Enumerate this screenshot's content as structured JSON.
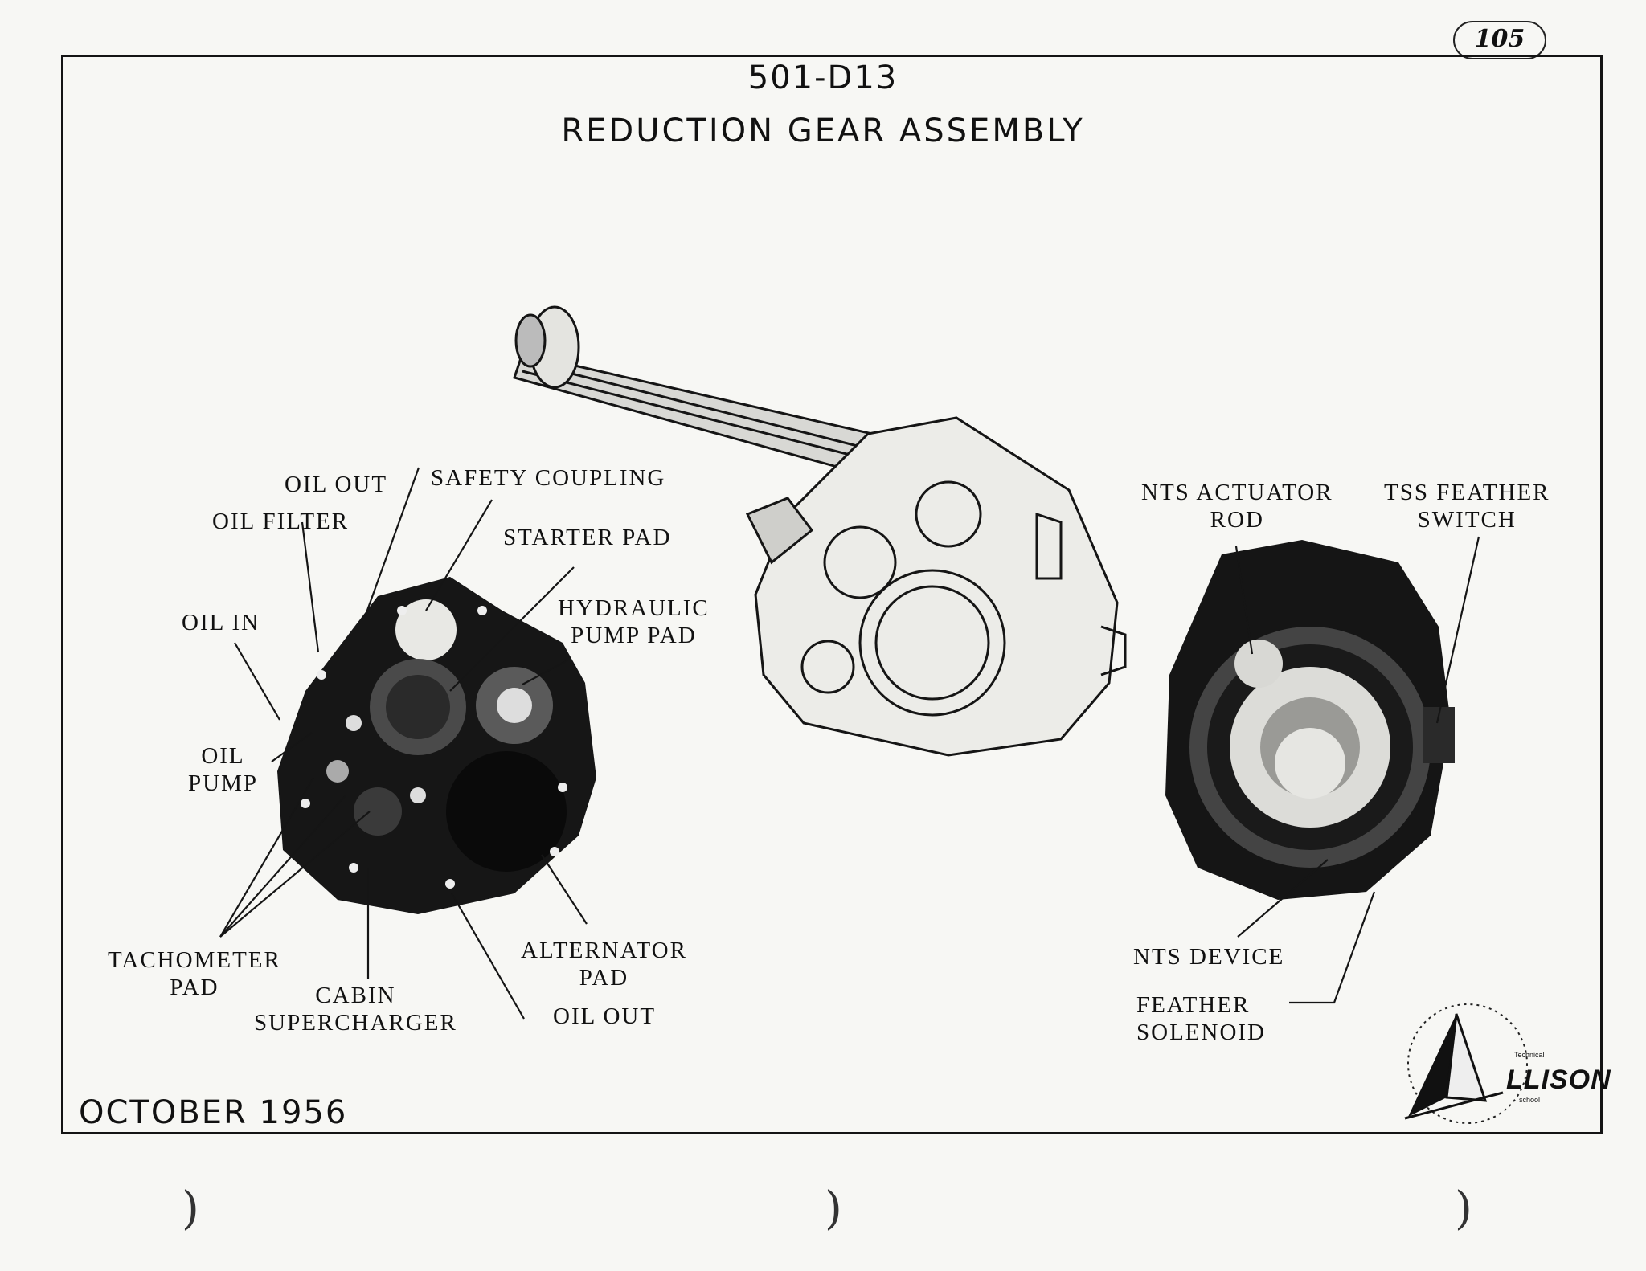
{
  "page_number": "105",
  "header": {
    "code": "501-D13",
    "title": "REDUCTION GEAR ASSEMBLY"
  },
  "footer": {
    "date": "OCTOBER 1956"
  },
  "left_view_labels": {
    "oil_out_top": "OIL OUT",
    "safety_coupling": "SAFETY COUPLING",
    "oil_filter": "OIL FILTER",
    "starter_pad": "STARTER PAD",
    "hydraulic_pump_pad": [
      "HYDRAULIC",
      "PUMP PAD"
    ],
    "oil_in": "OIL IN",
    "oil_pump": [
      "OIL",
      "PUMP"
    ],
    "tachometer_pad": [
      "TACHOMETER",
      "PAD"
    ],
    "cabin_supercharger": [
      "CABIN",
      "SUPERCHARGER"
    ],
    "alternator_pad": [
      "ALTERNATOR",
      "PAD"
    ],
    "oil_out_bottom": "OIL OUT"
  },
  "right_view_labels": {
    "nts_actuator_rod": [
      "NTS ACTUATOR",
      "ROD"
    ],
    "tss_feather_switch": [
      "TSS FEATHER",
      "SWITCH"
    ],
    "nts_device": "NTS DEVICE",
    "feather_solenoid": [
      "FEATHER",
      "SOLENOID"
    ]
  },
  "logo": {
    "small_top": "Technical",
    "name": "LLISON",
    "small_bottom": "school"
  },
  "colors": {
    "ink": "#111111",
    "paper": "#f7f7f4"
  }
}
